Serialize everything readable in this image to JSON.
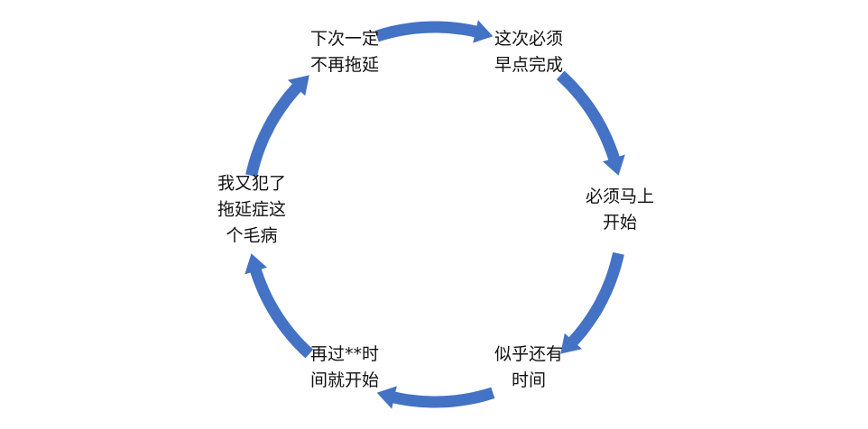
{
  "diagram": {
    "type": "cycle",
    "arrow_color": "#4472C4",
    "nodes": [
      {
        "id": "n1",
        "label": "这次必须\n早点完成"
      },
      {
        "id": "n2",
        "label": "必须马上\n开始"
      },
      {
        "id": "n3",
        "label": "似乎还有\n时间"
      },
      {
        "id": "n4",
        "label": "再过**时\n间就开始"
      },
      {
        "id": "n5",
        "label": "我又犯了\n拖延症这\n个毛病"
      },
      {
        "id": "n6",
        "label": "下次一定\n不再拖延"
      }
    ],
    "edges": [
      {
        "from": "n6",
        "to": "n1"
      },
      {
        "from": "n1",
        "to": "n2"
      },
      {
        "from": "n2",
        "to": "n3"
      },
      {
        "from": "n3",
        "to": "n4"
      },
      {
        "from": "n4",
        "to": "n5"
      },
      {
        "from": "n5",
        "to": "n6"
      }
    ]
  }
}
